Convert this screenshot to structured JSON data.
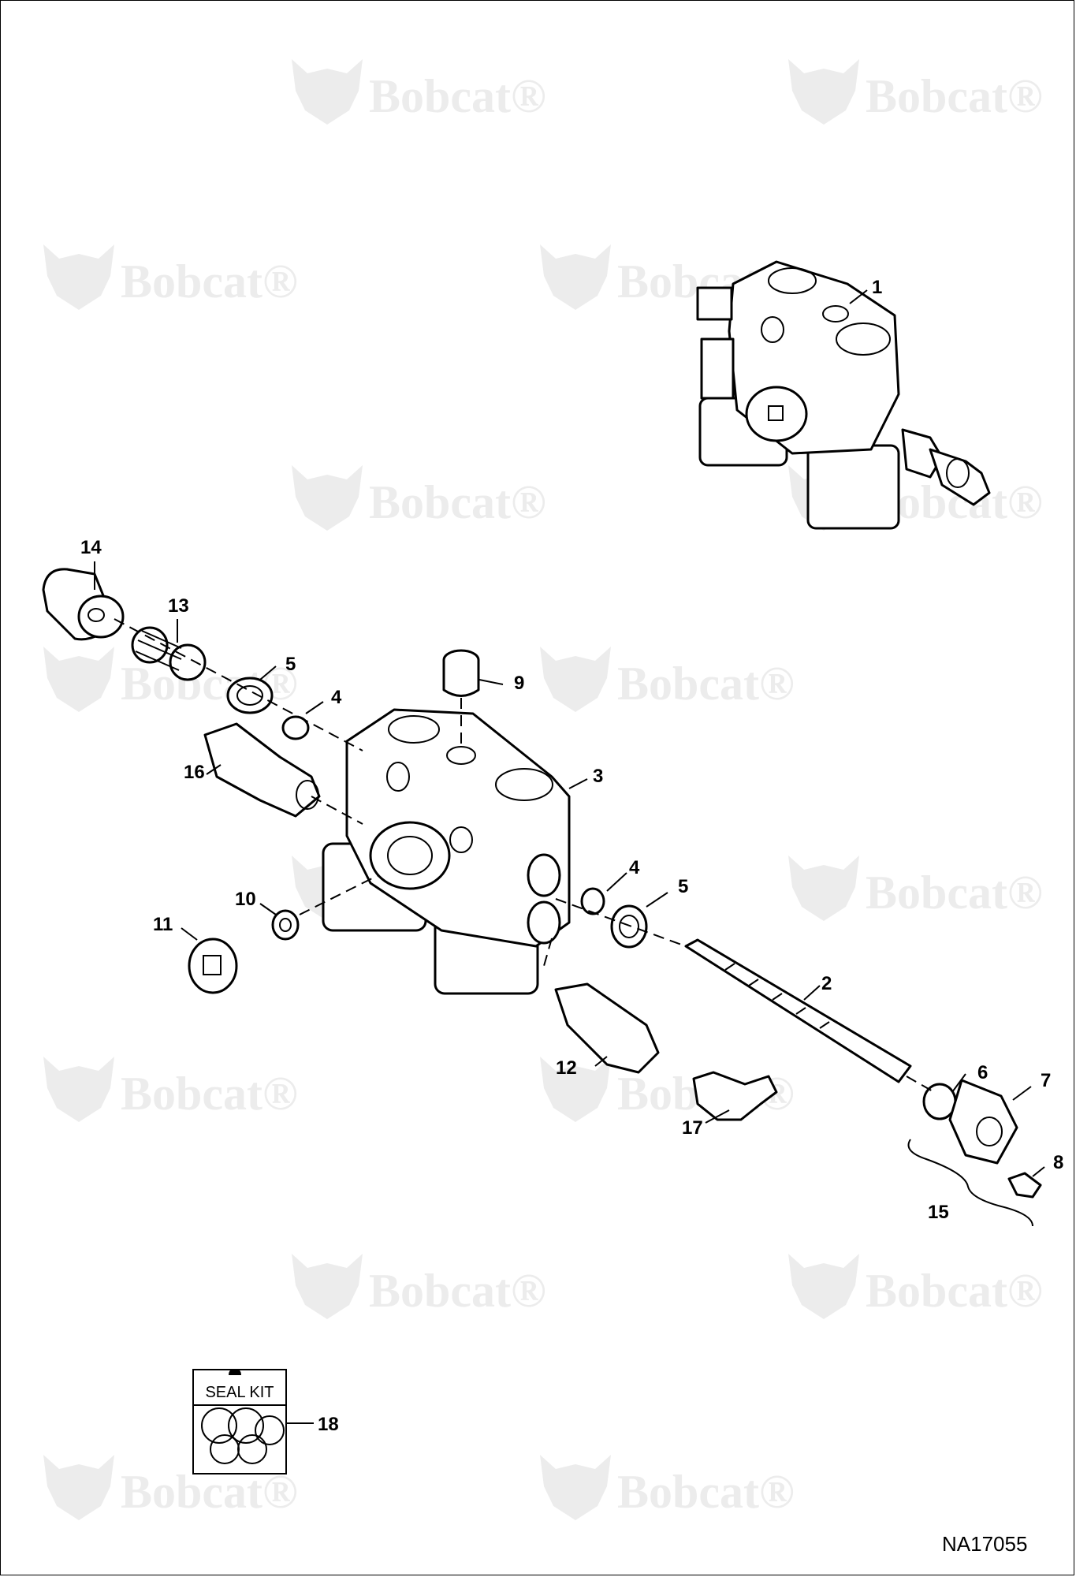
{
  "watermark": {
    "brand": "Bobcat",
    "mark": "®"
  },
  "callouts": [
    "1",
    "2",
    "3",
    "4",
    "4",
    "5",
    "5",
    "6",
    "7",
    "8",
    "9",
    "10",
    "11",
    "12",
    "13",
    "14",
    "15",
    "16",
    "17",
    "18"
  ],
  "seal_kit": {
    "label": "SEAL KIT"
  },
  "drawing_number": "NA17055",
  "colors": {
    "ink": "#000000",
    "watermark": "#ececec",
    "background": "#ffffff"
  },
  "icons": [
    "bobcat-logo-icon",
    "seal-kit-icon"
  ]
}
